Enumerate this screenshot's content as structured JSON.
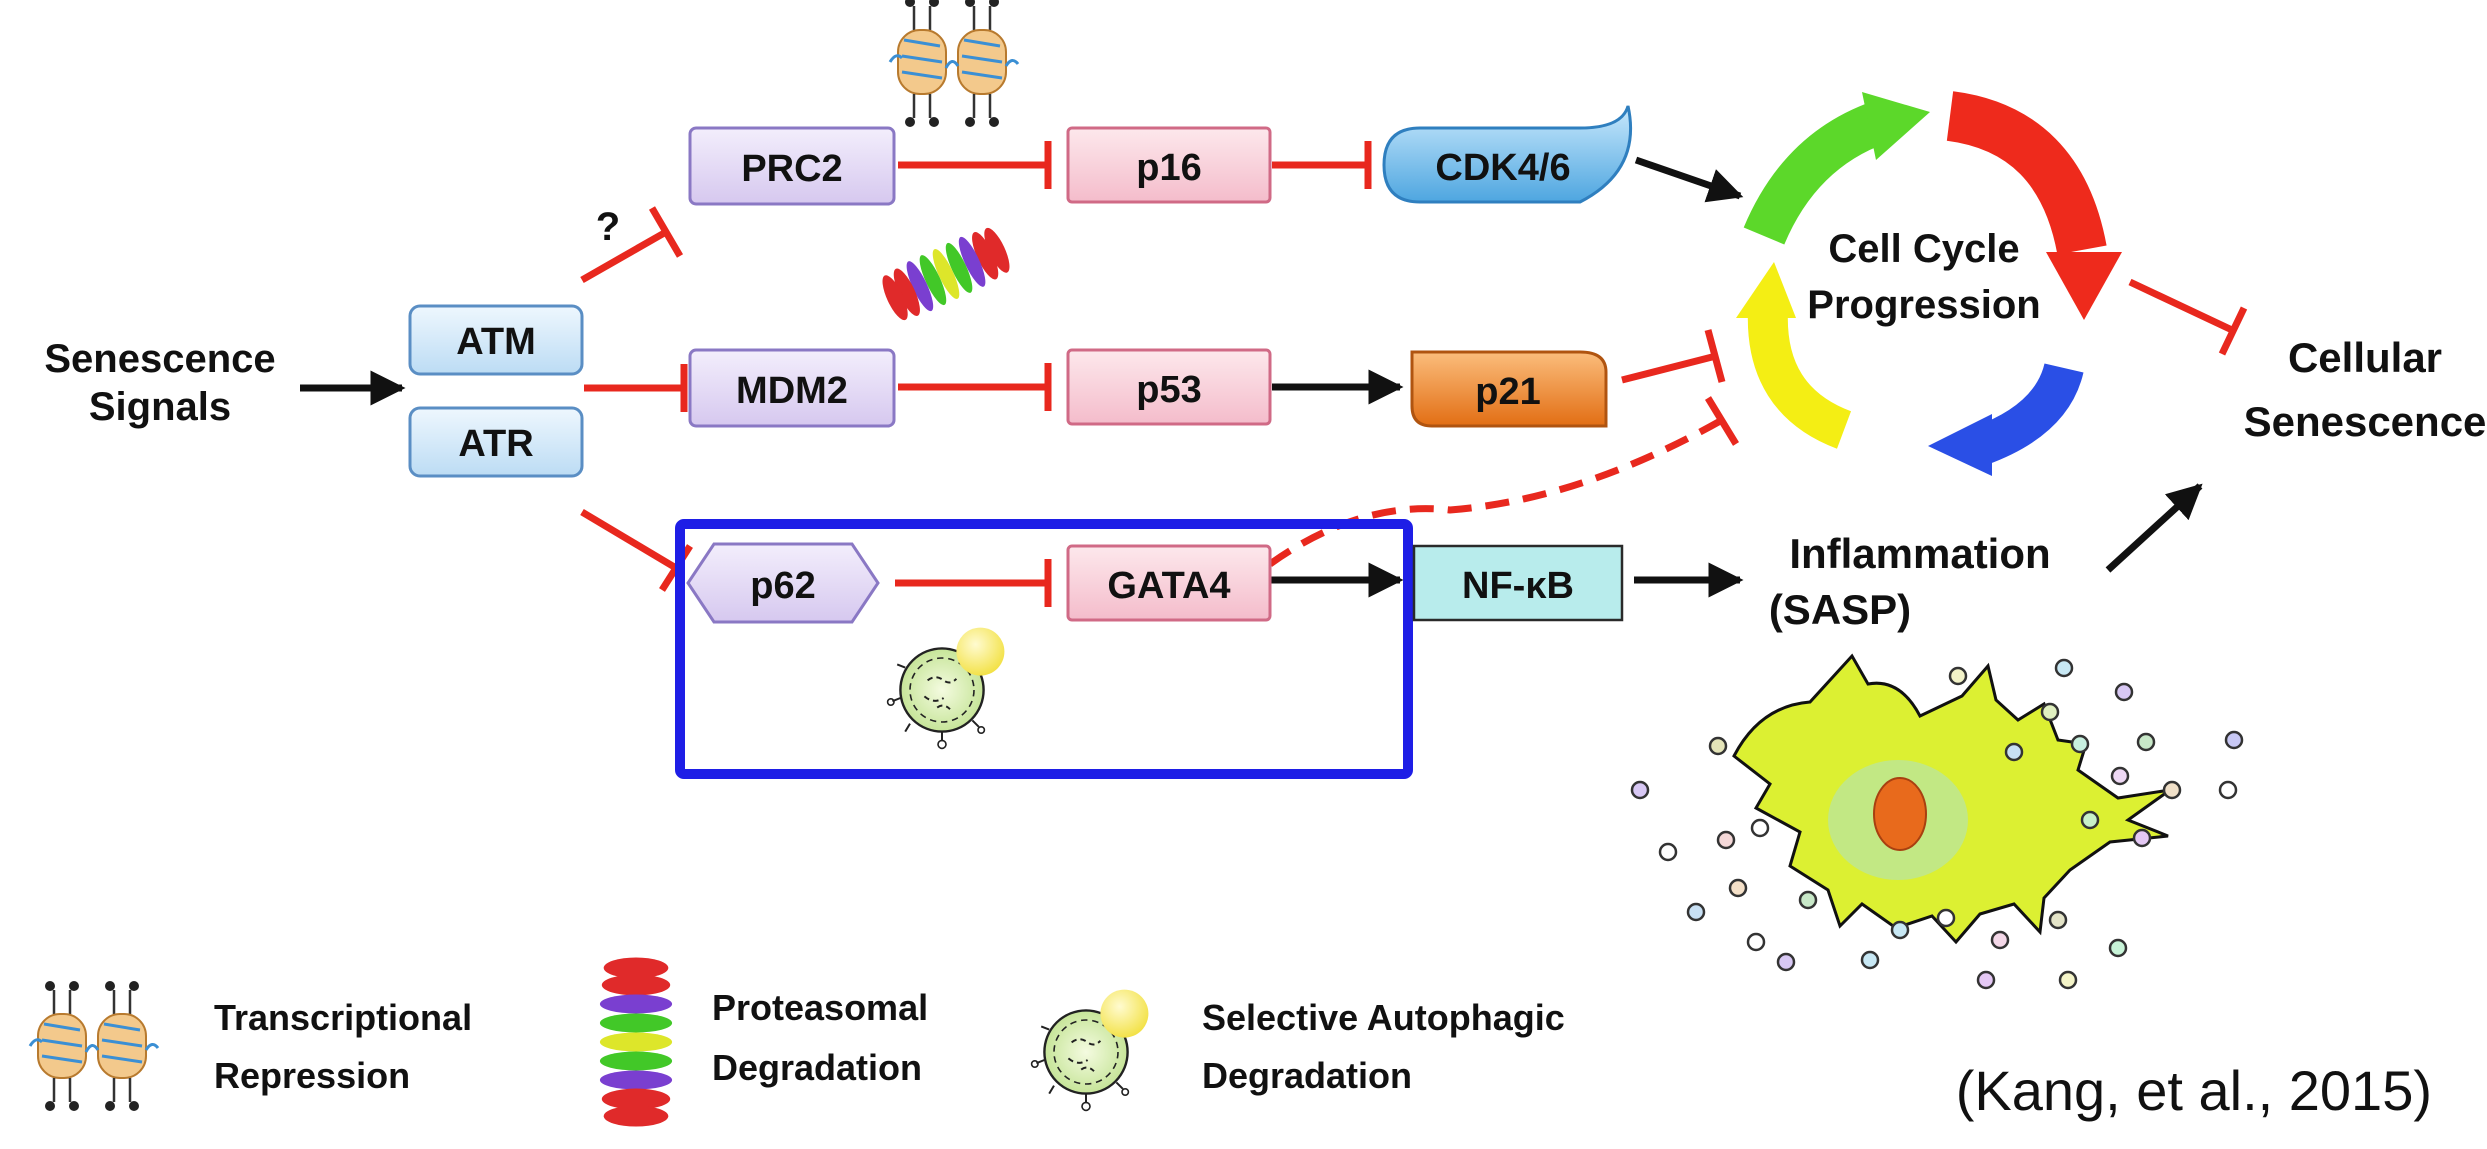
{
  "diagram": {
    "nodes": {
      "senescence_signals": {
        "line1": "Senescence",
        "line2": "Signals"
      },
      "atm": "ATM",
      "atr": "ATR",
      "question": "?",
      "prc2": "PRC2",
      "mdm2": "MDM2",
      "p62": "p62",
      "p16": "p16",
      "p53": "p53",
      "gata4": "GATA4",
      "cdk46": "CDK4/6",
      "p21": "p21",
      "nfkb": "NF-κB",
      "cell_cycle": {
        "line1": "Cell Cycle",
        "line2": "Progression"
      },
      "inflammation": {
        "line1": "Inflammation",
        "line2": "(SASP)"
      },
      "cellular_senescence": {
        "line1": "Cellular",
        "line2": "Senescence"
      }
    },
    "legend": [
      {
        "icon": "nucleosome-icon",
        "line1": "Transcriptional",
        "line2": "Repression"
      },
      {
        "icon": "proteasome-icon",
        "line1": "Proteasomal",
        "line2": "Degradation"
      },
      {
        "icon": "autophagosome-icon",
        "line1": "Selective Autophagic",
        "line2": "Degradation"
      }
    ],
    "citation": "(Kang, et al., 2015)",
    "colors": {
      "inhibit": "#e8281e",
      "activate": "#111111",
      "highlight_box": "#1e1ee6",
      "atm_box": "#d8ecfa",
      "upstream_box": "#e4dcf5",
      "target_box": "#f9d4dc",
      "cdk": "#7cc0ec",
      "p21": "#f08a2c",
      "nfkb": "#b8ecec",
      "cycle_green": "#5cd82a",
      "cycle_red": "#ee2a1c",
      "cycle_blue": "#2a4fe6",
      "cycle_yellow": "#f4ee14",
      "cell": "#dcf032"
    }
  }
}
